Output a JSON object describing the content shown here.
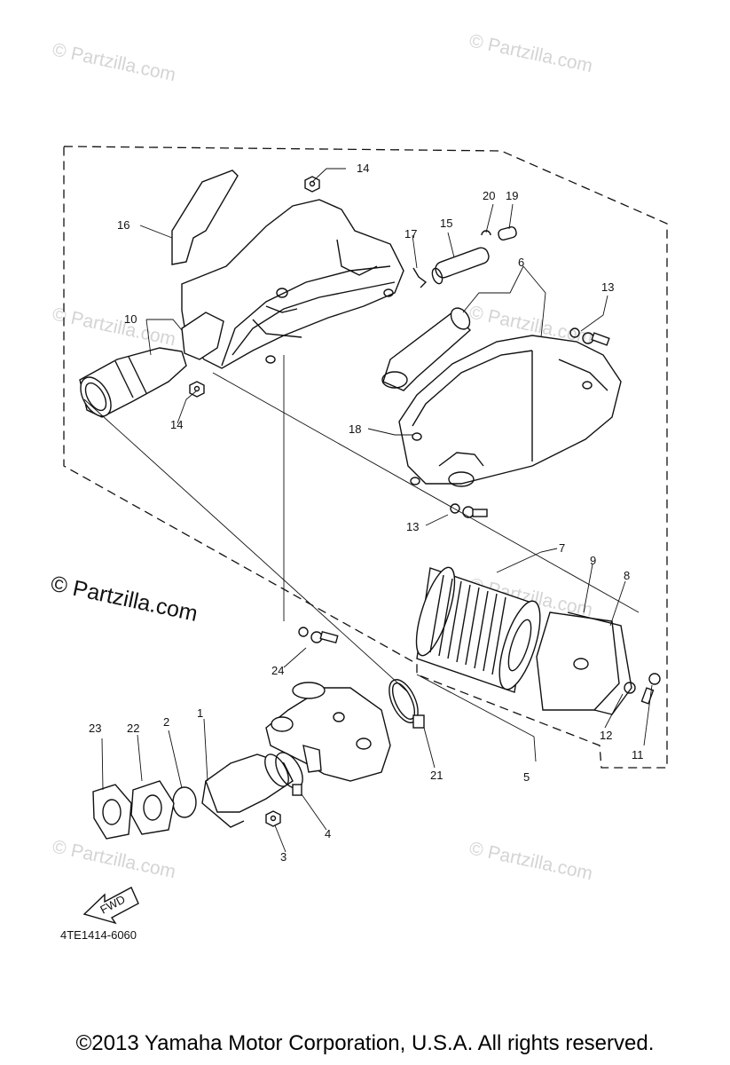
{
  "watermarks": {
    "small": "© Partzilla.com",
    "large": "© Partzilla.com"
  },
  "callouts": {
    "p1": "1",
    "p2": "2",
    "p3": "3",
    "p4": "4",
    "p5": "5",
    "p6": "6",
    "p7": "7",
    "p8": "8",
    "p9": "9",
    "p10": "10",
    "p11": "11",
    "p12": "12",
    "p13a": "13",
    "p13b": "13",
    "p14a": "14",
    "p14b": "14",
    "p15": "15",
    "p16": "16",
    "p17": "17",
    "p18": "18",
    "p19": "19",
    "p20": "20",
    "p21": "21",
    "p22": "22",
    "p23": "23",
    "p24": "24"
  },
  "fwd_label": "FWD",
  "diagram_code": "4TE1414-6060",
  "copyright": "©2013 Yamaha Motor Corporation, U.S.A. All rights reserved."
}
